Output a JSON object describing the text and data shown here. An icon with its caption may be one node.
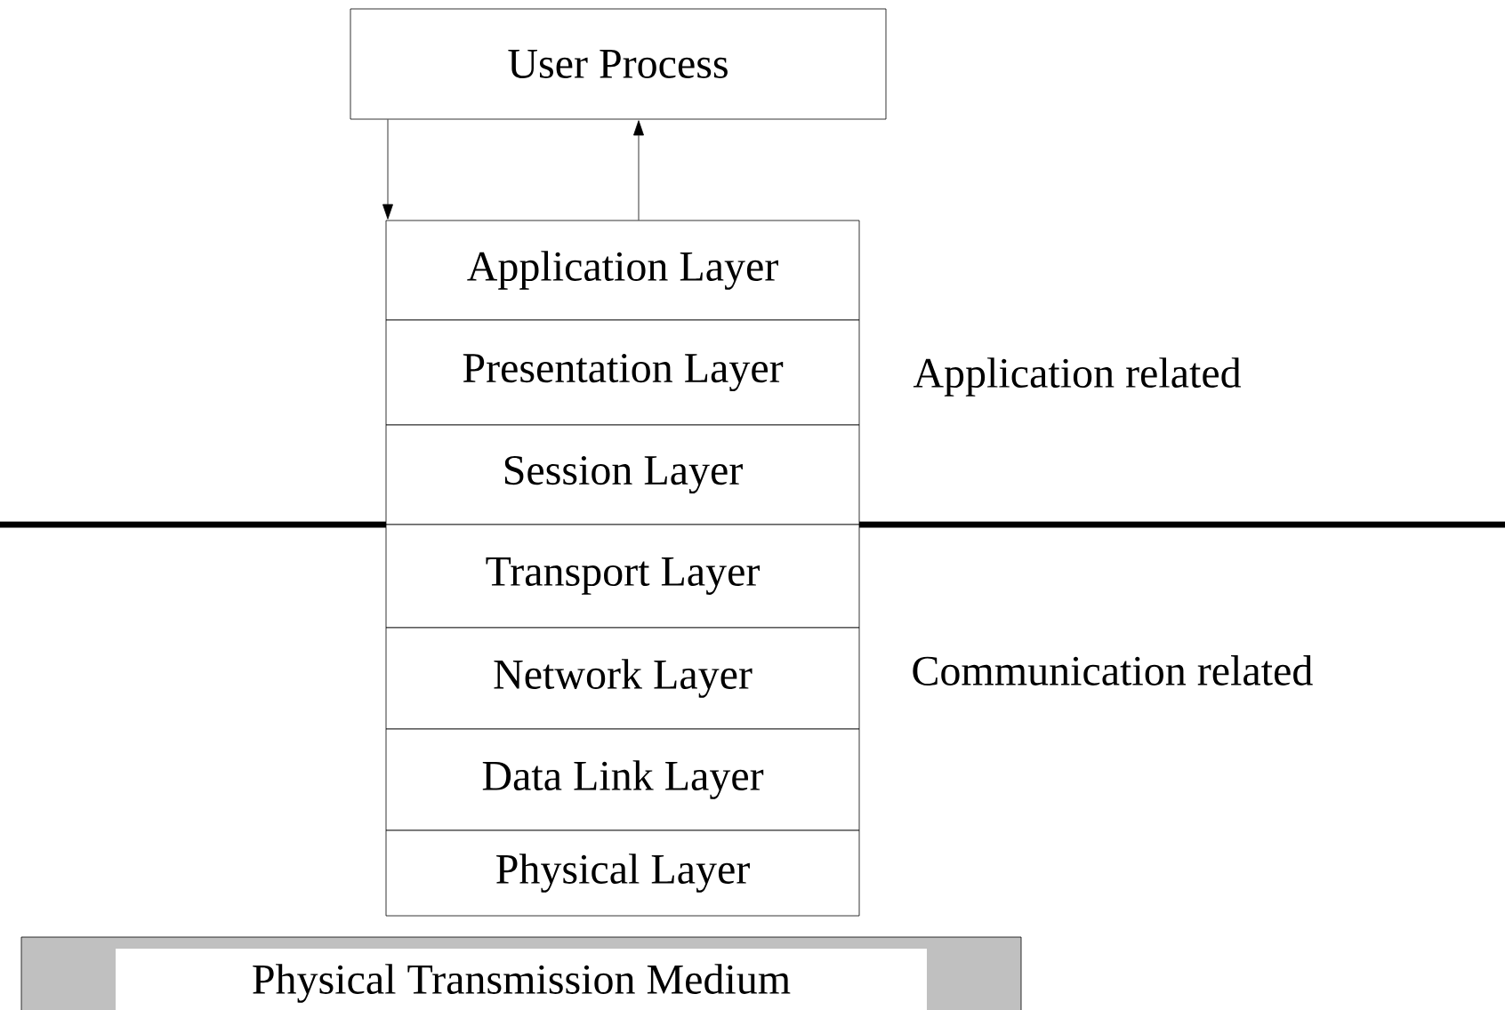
{
  "diagram": {
    "nodes": [
      {
        "text": [
          "User Process"
        ]
      },
      {
        "text": [
          "Application Layer"
        ]
      },
      {
        "text": [
          "Presentation Layer"
        ]
      },
      {
        "text": [
          "Session Layer"
        ]
      },
      {
        "text": [
          "Transport Layer"
        ]
      },
      {
        "text": [
          "Network Layer"
        ]
      },
      {
        "text": [
          "Data Link Layer"
        ]
      },
      {
        "text": [
          "Physical Layer"
        ]
      },
      {
        "text": [
          "Physical Transmission Medium"
        ]
      }
    ],
    "edges": [
      {
        "from": 0,
        "to": 1,
        "arrow": "to"
      },
      {
        "from": 1,
        "to": 0,
        "arrow": "to"
      }
    ],
    "labels": [
      "Application related",
      "Communication related"
    ]
  }
}
